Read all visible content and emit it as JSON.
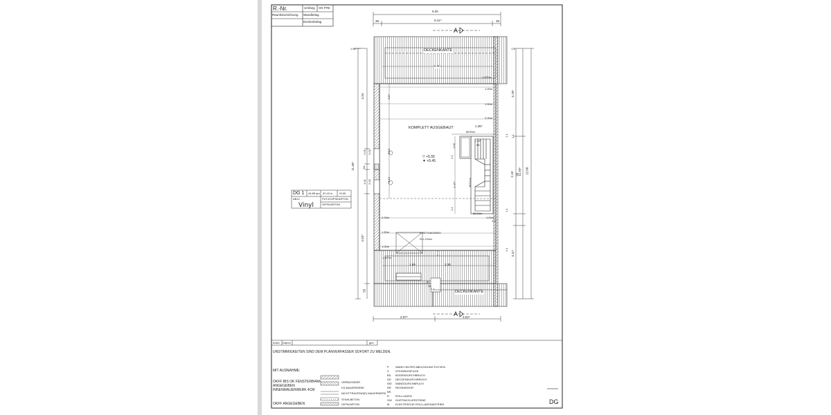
{
  "title_block": {
    "rnr": "R.-Nr.",
    "umfang": "Umfang",
    "ok_ffb": "OK FFB",
    "raumbezeichnung": "Raumbezeichnung",
    "wandbelag": "Wandbelag",
    "deckenbelag": "Deckenbelag"
  },
  "dimensions": {
    "top_total": "6.00",
    "top_left_small": "35",
    "top_mid": "5.41⁵",
    "top_right_small": "35",
    "bottom_left": "2.97⁵",
    "bottom_right": "3.02⁵",
    "left_upper": "4.34",
    "left_total": "11.40⁵",
    "left_lower": "4.52⁵",
    "left_bottom": "55",
    "left_a": "1.01",
    "left_b": "2.02",
    "left_c": "94",
    "left_d": "1.01",
    "left_e": "2.02",
    "left_f": "1.01",
    "right_upper": "5.76⁵",
    "right_mid": "2.18",
    "right_ninety": "90",
    "right_total": "11.93⁵",
    "right_overall": "12.00",
    "right_lower": "3.11⁵",
    "inner_a": "4.57",
    "inner_b": "1.13",
    "inner_c": "1.13",
    "inner_d": "2.47⁵",
    "inner_top_width": "5.00",
    "inner_bottom_left": "1.89",
    "inner_bottom_right": "3.38",
    "stair_top": "1.36⁵",
    "stair_a": "1.33⁵",
    "stair_b": "80",
    "stair_c": "1.00",
    "stair_d": "1.1",
    "stair_e": "1.1",
    "stair_f": "1.1",
    "stair_g": "1.1",
    "stair_h": "1.1",
    "stair_i": "1.1",
    "stair_note_top": "88.50cm",
    "stair_note_side": "88.51cm",
    "stair_note_bottom": "88.90cm",
    "height_1": "1.00m",
    "height_2": "1.50m",
    "height_3": "2.00m",
    "height_4": "2.00m",
    "height_5": "1.50m",
    "height_6": "1.00m",
    "height_7": "1.00m",
    "eave_top": "1.62⁵m",
    "eave_bottom": "1.62⁵m",
    "window_note": "90 x 120cm",
    "exit_note": "F RETTUNGSWEG",
    "small_1": "1.1",
    "small_2": "1.1",
    "small_3": "61",
    "small_4": "38",
    "small_5": "1.1"
  },
  "plan": {
    "deckenkante_top": "DECKENKANTE",
    "deckenkante_bottom": "DECKENKANTE",
    "section_a_top": "A",
    "section_a_bottom": "A",
    "komplett": "KOMPLETT AUSGEBAUT",
    "level_1": "▽ +5.55",
    "level_2": "▼ +5.45"
  },
  "room": {
    "id": "DG 1",
    "area": "44.88 qm",
    "perimeter": "32.43 m",
    "level": "+5.55",
    "type": "AB12",
    "wall": "PUTZ/GIPSKARTON",
    "ceiling": "GIPSKARTON",
    "floor_handwritten": "Vinyl"
  },
  "revision": {
    "index": "Index",
    "datum": "Datum",
    "gez": "gez."
  },
  "notes": {
    "unstimmig": "UNSTIMMIGKEITEN SIND DEM PLANVERFASSER SOFORT ZU MELDEN.",
    "mit_ausnahme": "MIT AUSNAHME:",
    "okff_1": "OKFF BIS OK FENSTERBANK",
    "okff_2": "ANGEGEBEN",
    "okff_3": "INNENMAUERWERK 4CM",
    "okff_angegeben": "OKFF ANGEGEBEN"
  },
  "legend_materials": [
    {
      "label": "VERBLENDER"
    },
    {
      "label": "KS-MAUERWERK"
    },
    {
      "label": "NICHTTRAGEND(E) MAUERWERK"
    },
    {
      "label": "STAHLBETON"
    },
    {
      "label": "GIPSKARTON"
    }
  ],
  "legend_codes": [
    {
      "code": "P",
      "text": "WAND HINTER ABKLEIDUNG PUTZEN"
    },
    {
      "code": "S",
      "text": "STEINPASSFUGE"
    },
    {
      "code": "BD",
      "text": "BODENDURCHBRUCH"
    },
    {
      "code": "DD",
      "text": "DECKENDURCHBRUCH"
    },
    {
      "code": "WD",
      "text": "WANDDURCHBRUCH"
    },
    {
      "code": "RR",
      "text": "REGENROHR"
    },
    {
      "code": "BR",
      "text": ""
    },
    {
      "code": "R",
      "text": "ROLLLADEN"
    },
    {
      "code": "GW",
      "text": "GURTWICKLERSTEINE"
    },
    {
      "code": "M",
      "text": "ELEKTRISCHE ROLLLADENANTRIEB"
    }
  ],
  "sheet_label": "DG"
}
